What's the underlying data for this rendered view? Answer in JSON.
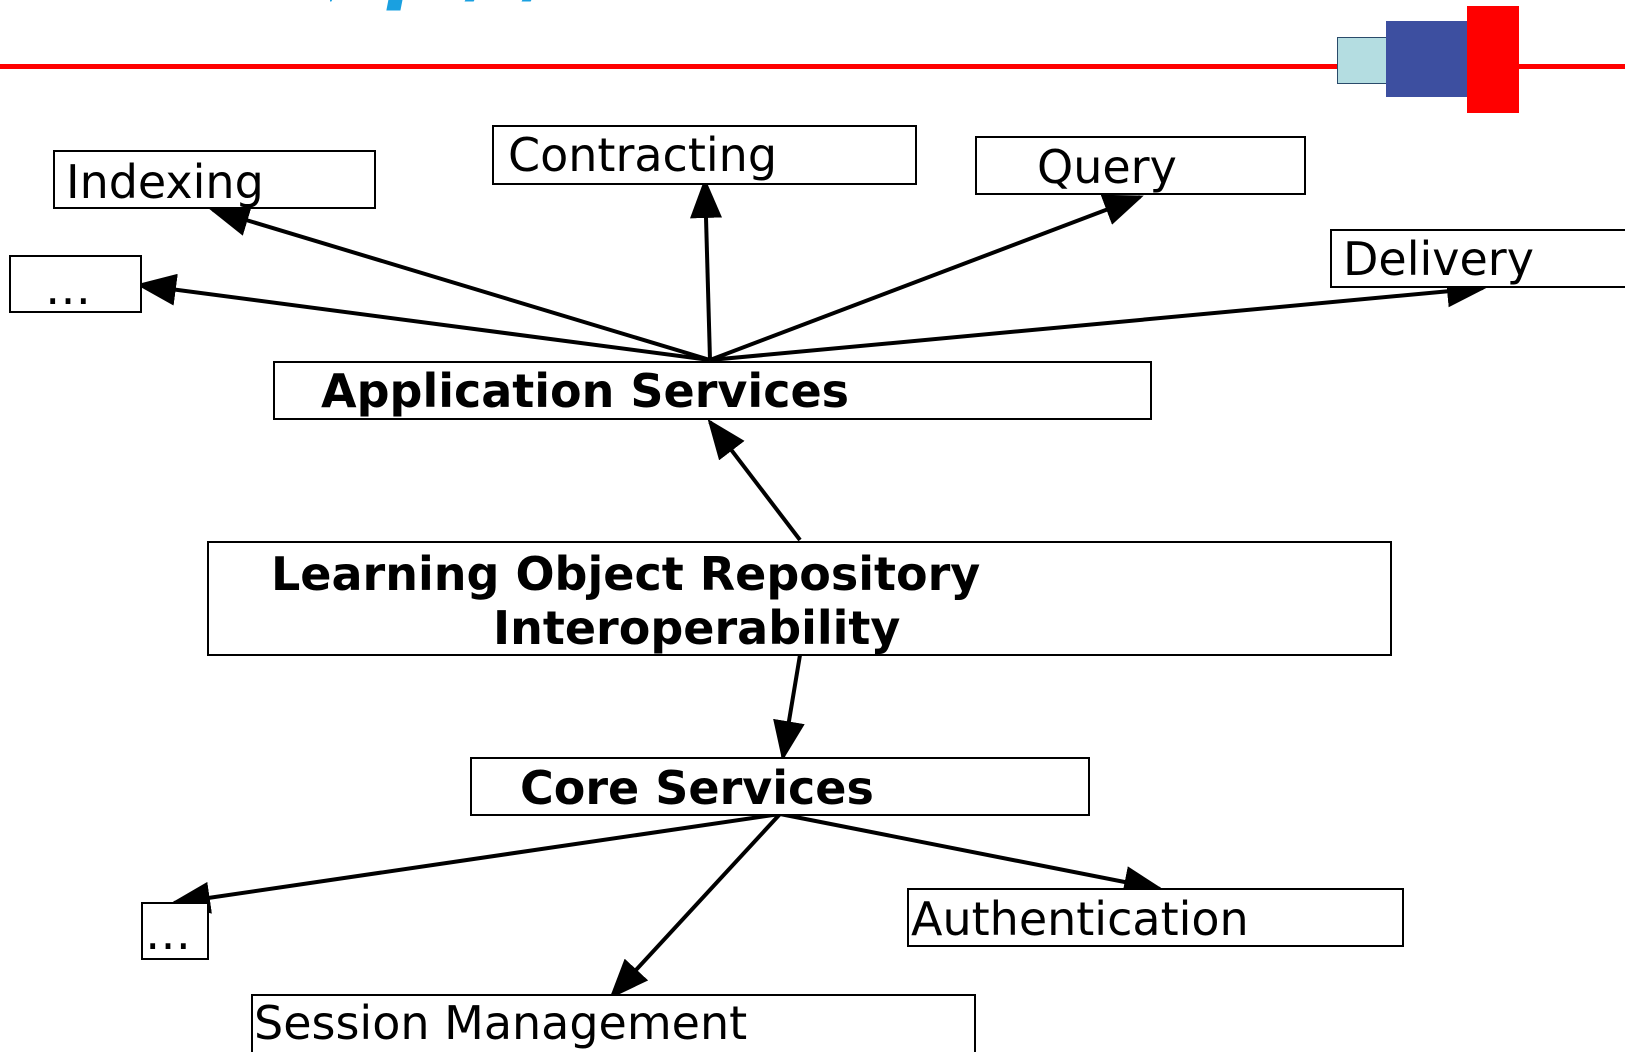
{
  "header": {
    "title_fragment": "/ p / /",
    "accent_color": "#ff0000",
    "title_color": "#1aa0e0",
    "logo_colors": [
      "#b4dde1",
      "#3d4fa0",
      "#ff0000"
    ]
  },
  "diagram": {
    "center": {
      "line1": "Learning Object Repository",
      "line2": "Interoperability"
    },
    "application": {
      "label": "Application Services",
      "children": {
        "indexing": "Indexing",
        "contracting": "Contracting",
        "query": "Query",
        "delivery": "Delivery",
        "more": "…"
      }
    },
    "core": {
      "label": "Core Services",
      "children": {
        "authentication": "Authentication",
        "session": "Session Management",
        "more": "…"
      }
    }
  }
}
